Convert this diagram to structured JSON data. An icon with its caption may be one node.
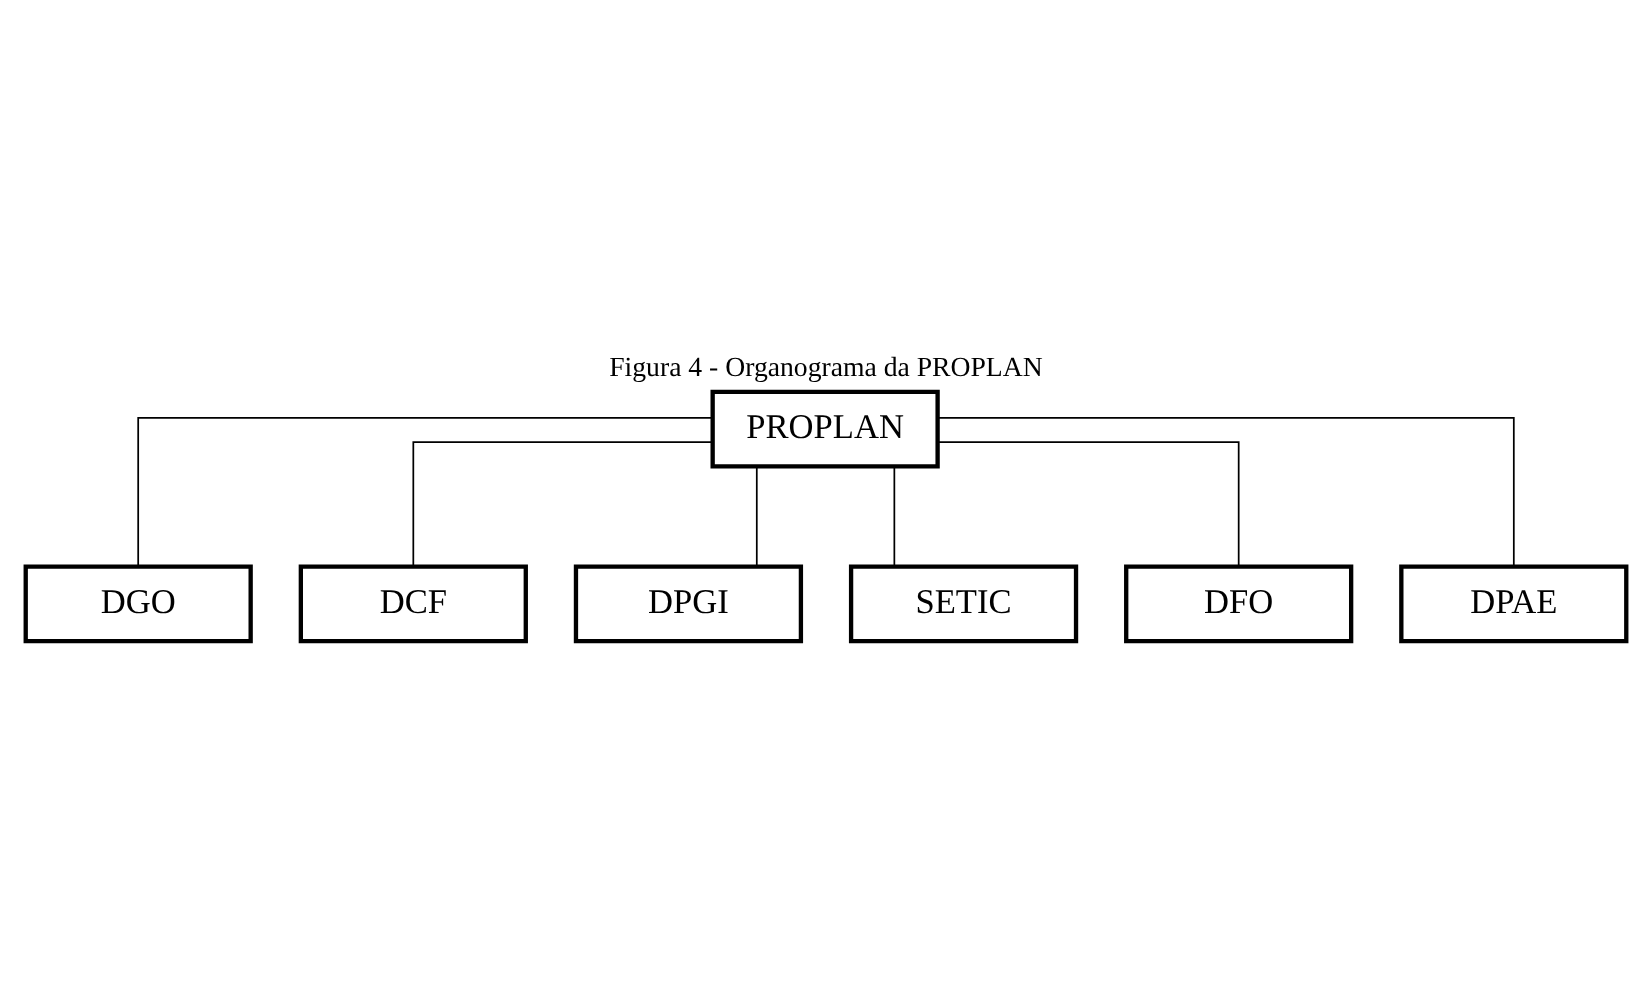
{
  "diagram": {
    "title": "Figura 4 - Organograma da PROPLAN",
    "nodes": [
      {
        "text": [
          "PROPLAN"
        ]
      },
      {
        "text": [
          "DGO"
        ]
      },
      {
        "text": [
          "DCF"
        ]
      },
      {
        "text": [
          "DPGI"
        ]
      },
      {
        "text": [
          "SETIC"
        ]
      },
      {
        "text": [
          "DFO"
        ]
      },
      {
        "text": [
          "DPAE"
        ]
      }
    ],
    "edges": [
      {
        "from": 0,
        "to": 1,
        "arrow": "none"
      },
      {
        "from": 0,
        "to": 2,
        "arrow": "none"
      },
      {
        "from": 0,
        "to": 3,
        "arrow": "none"
      },
      {
        "from": 0,
        "to": 4,
        "arrow": "none"
      },
      {
        "from": 0,
        "to": 5,
        "arrow": "none"
      },
      {
        "from": 0,
        "to": 6,
        "arrow": "none"
      }
    ]
  }
}
